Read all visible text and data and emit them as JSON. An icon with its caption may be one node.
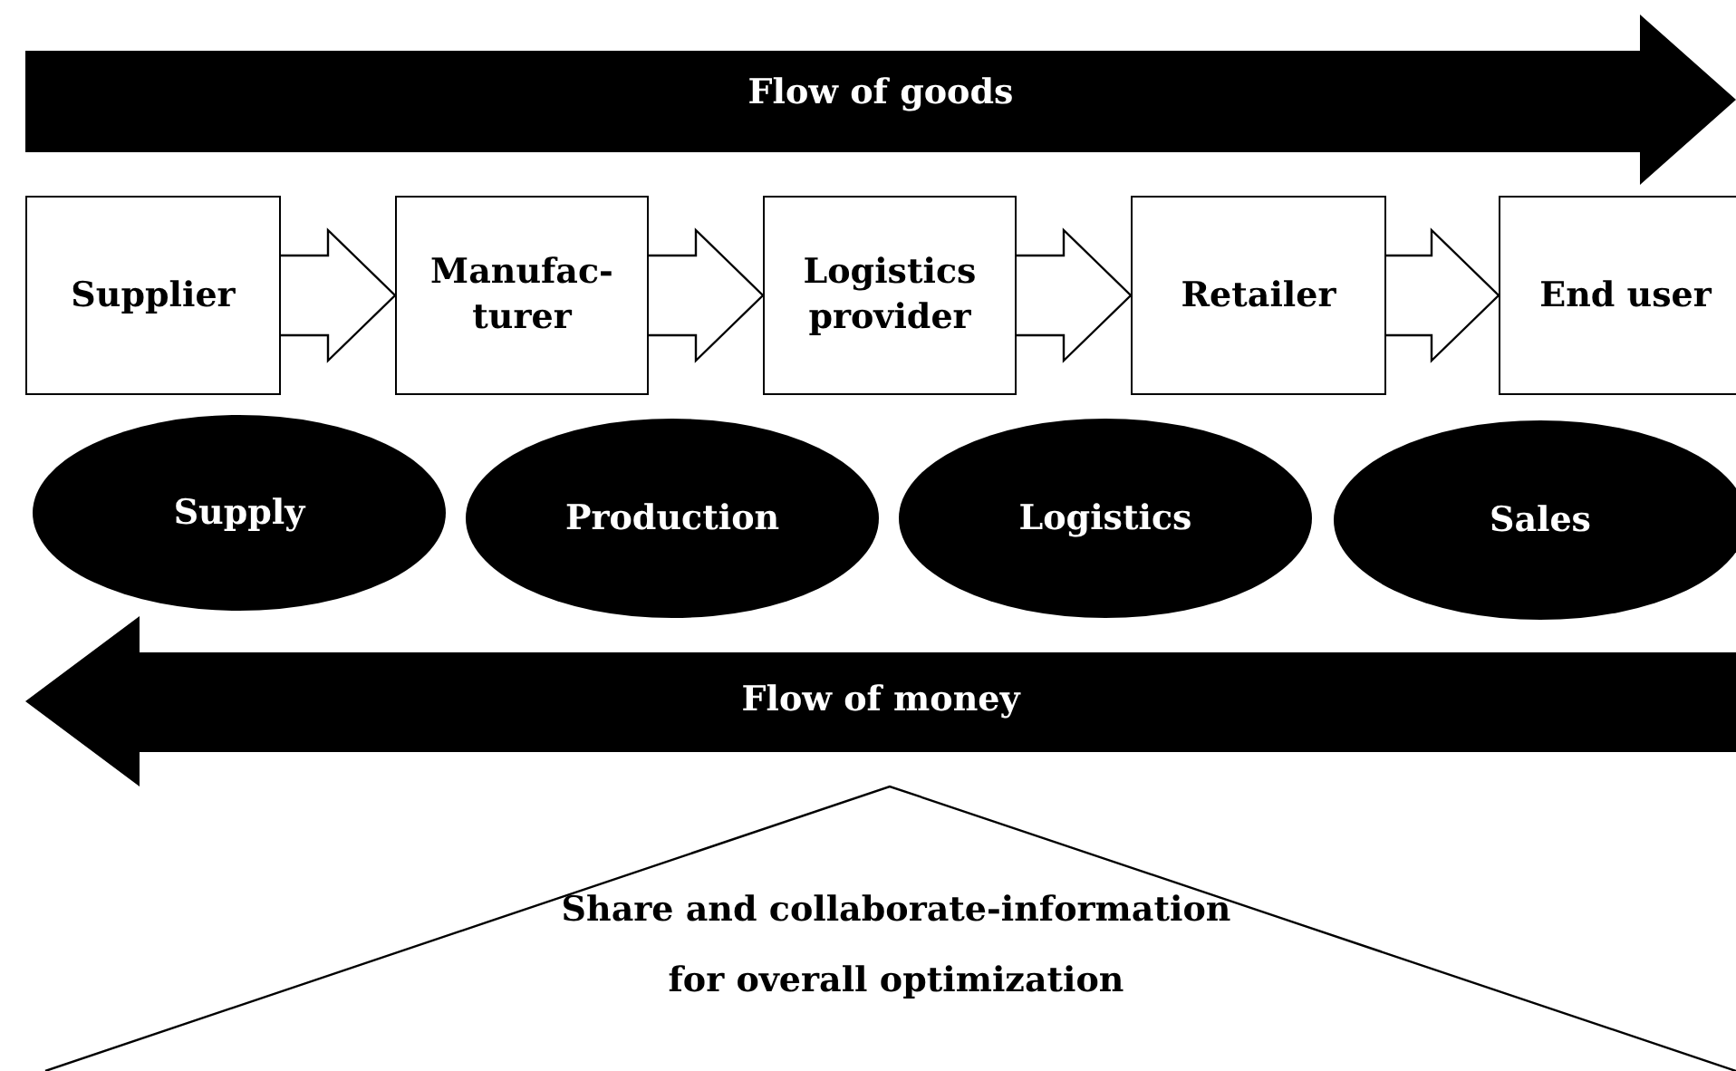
{
  "diagram": {
    "nodes": [
      {
        "text": [
          "Flow of goods"
        ]
      },
      {
        "text": [
          "Supplier"
        ]
      },
      {
        "text": [
          "Manufac- turer"
        ]
      },
      {
        "text": [
          "Logistics provider"
        ]
      },
      {
        "text": [
          "Retailer"
        ]
      },
      {
        "text": [
          "End user"
        ]
      },
      {
        "text": [
          "Supply"
        ]
      },
      {
        "text": [
          "Production"
        ]
      },
      {
        "text": [
          "Logistics"
        ]
      },
      {
        "text": [
          "Sales"
        ]
      },
      {
        "text": [
          "Flow of money"
        ]
      },
      {
        "text": [
          "Share and collaborate-information for overall optimization"
        ]
      }
    ],
    "edges": [
      {
        "from": 1,
        "to": 2,
        "arrow": "to"
      },
      {
        "from": 2,
        "to": 3,
        "arrow": "to"
      },
      {
        "from": 3,
        "to": 4,
        "arrow": "to"
      },
      {
        "from": 4,
        "to": 5,
        "arrow": "to"
      }
    ]
  }
}
